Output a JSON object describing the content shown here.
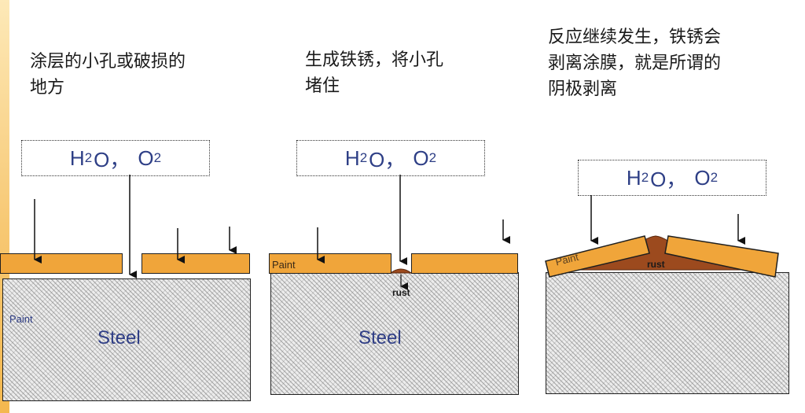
{
  "panels": [
    {
      "caption_lines": [
        "涂层的小孔或破损的",
        "地方"
      ],
      "chem": {
        "a": "H",
        "a_sub": "2",
        "a_tail": "O，",
        "b": "O",
        "b_sub": "2"
      },
      "steel_label": "Steel",
      "paint_label": "Paint"
    },
    {
      "caption_lines": [
        "生成铁锈，将小孔",
        "堵住"
      ],
      "chem": {
        "a": "H",
        "a_sub": "2",
        "a_tail": "O，",
        "b": "O",
        "b_sub": "2"
      },
      "steel_label": "Steel",
      "paint_label": "Paint",
      "rust_label": "rust"
    },
    {
      "caption_lines": [
        "反应继续发生，铁锈会",
        "剥离涂膜，就是所谓的",
        "阴极剥离"
      ],
      "chem": {
        "a": "H",
        "a_sub": "2",
        "a_tail": "O，",
        "b": "O",
        "b_sub": "2"
      },
      "paint_label": "Paint",
      "rust_label": "rust"
    }
  ],
  "colors": {
    "paint": "#f0a53a",
    "rust": "#9c4a1e",
    "text_blue": "#2f3e86",
    "steel_gray": "#ececec"
  }
}
